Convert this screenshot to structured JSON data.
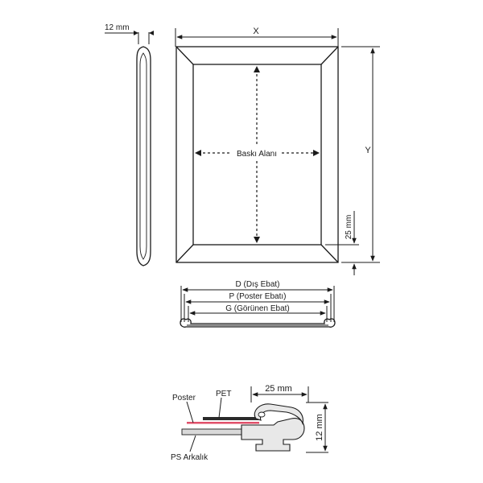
{
  "diagram": {
    "labels": {
      "side_thickness": "12 mm",
      "width": "X",
      "height": "Y",
      "print_area": "Baskı Alanı",
      "border_width": "25 mm",
      "outer_size": "D (Dış Ebat)",
      "poster_size": "P (Poster Ebatı)",
      "visible_size": "G (Görünen Ebat)",
      "profile_width": "25 mm",
      "profile_height": "12 mm",
      "poster": "Poster",
      "pet": "PET",
      "ps_backing": "PS Arkalık"
    },
    "colors": {
      "line": "#1a1a1a",
      "poster_layer": "#e0506a",
      "profile_fill": "#e8e8e8",
      "backing_fill": "#d9d9d9"
    }
  }
}
